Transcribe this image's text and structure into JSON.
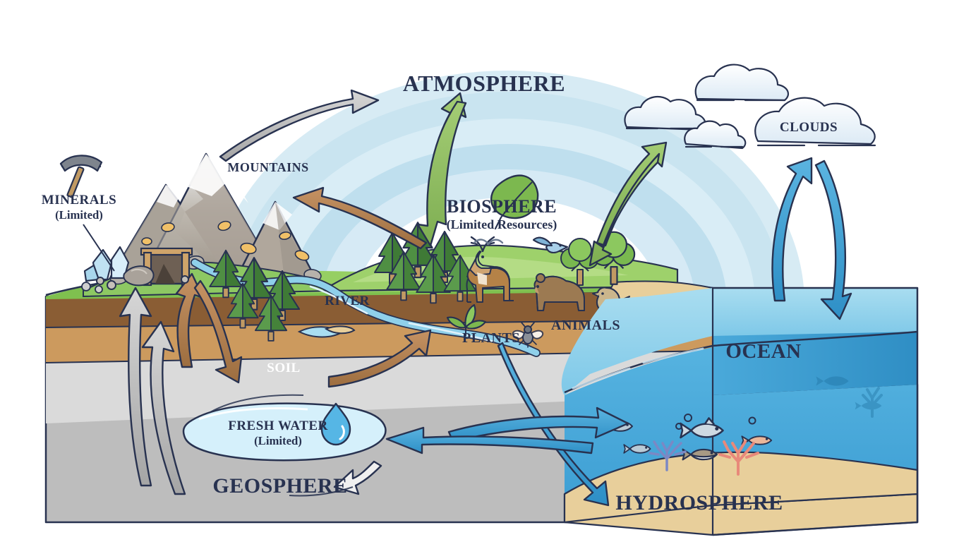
{
  "diagram": {
    "title": "Earth Spheres Interaction Diagram",
    "background": "#ffffff"
  },
  "labels": {
    "atmosphere": "ATMOSPHERE",
    "biosphere": "BIOSPHERE",
    "biosphere_sub": "(Limited Resources)",
    "geosphere": "GEOSPHERE",
    "hydrosphere": "HYDROSPHERE",
    "clouds": "CLOUDS",
    "ocean": "OCEAN",
    "mountains": "MOUNTAINS",
    "minerals": "MINERALS",
    "minerals_sub": "(Limited)",
    "fresh_water": "FRESH WATER",
    "fresh_water_sub": "(Limited)",
    "river": "RIVER",
    "soil": "SOIL",
    "plants": "PLANTS",
    "animals": "ANIMALS"
  },
  "colors": {
    "text_dark": "#283250",
    "text_light": "#ffffff",
    "sky_band_1": "#d7ebf4",
    "sky_band_2": "#c3e0ee",
    "sky_band_3": "#aed5e8",
    "grass": "#8dc863",
    "grass_light": "#a8d477",
    "soil_dark": "#8a5d34",
    "soil_light": "#c99council",
    "rock_light": "#d6d6d6",
    "rock_dark": "#a9a9a9",
    "ocean_surface": "#8fd0ea",
    "ocean_deep": "#3ea3d8",
    "sand": "#e8cf9b",
    "arrow_gray": "#b7b7b7",
    "arrow_brown": "#b08050",
    "arrow_green": "#8cb860",
    "arrow_blue": "#3e9fd4",
    "cloud": "#eaf4fb",
    "outline": "#283250"
  },
  "icons": {
    "pickaxe": "pickaxe-icon",
    "leaf": "leaf-icon",
    "water_drop": "water-drop-icon"
  },
  "arrows": [
    {
      "name": "mountains-to-atmosphere",
      "color": "#b7b7b7",
      "from": "mountains",
      "to": "atmosphere"
    },
    {
      "name": "atmosphere-to-mountains",
      "color": "#b08050",
      "from": "atmosphere",
      "to": "mountains"
    },
    {
      "name": "biosphere-up-left",
      "color": "#8cb860",
      "from": "biosphere",
      "to": "atmosphere"
    },
    {
      "name": "biosphere-down-left",
      "color": "#8cb860",
      "from": "atmosphere",
      "to": "biosphere"
    },
    {
      "name": "biosphere-up-right",
      "color": "#8cb860",
      "from": "biosphere",
      "to": "atmosphere"
    },
    {
      "name": "biosphere-down-right",
      "color": "#8cb860",
      "from": "atmosphere",
      "to": "biosphere"
    },
    {
      "name": "ocean-evaporation",
      "color": "#3e9fd4",
      "from": "ocean",
      "to": "clouds"
    },
    {
      "name": "cloud-precipitation",
      "color": "#3e9fd4",
      "from": "clouds",
      "to": "ocean"
    },
    {
      "name": "plants-to-ocean",
      "color": "#3e9fd4",
      "from": "plants",
      "to": "hydrosphere"
    },
    {
      "name": "ocean-to-freshwater",
      "color": "#3e9fd4",
      "from": "ocean",
      "to": "fresh-water"
    },
    {
      "name": "geosphere-up-outer",
      "color": "#b7b7b7",
      "from": "geosphere",
      "to": "surface"
    },
    {
      "name": "geosphere-up-inner",
      "color": "#b7b7b7",
      "from": "geosphere",
      "to": "surface"
    },
    {
      "name": "soil-up",
      "color": "#b08050",
      "from": "soil",
      "to": "surface"
    },
    {
      "name": "soil-down",
      "color": "#b08050",
      "from": "surface",
      "to": "soil"
    },
    {
      "name": "soil-to-river",
      "color": "#b08050",
      "from": "soil",
      "to": "river"
    },
    {
      "name": "freshwater-to-geosphere",
      "color": "#b7b7b7",
      "from": "fresh-water",
      "to": "geosphere"
    }
  ]
}
